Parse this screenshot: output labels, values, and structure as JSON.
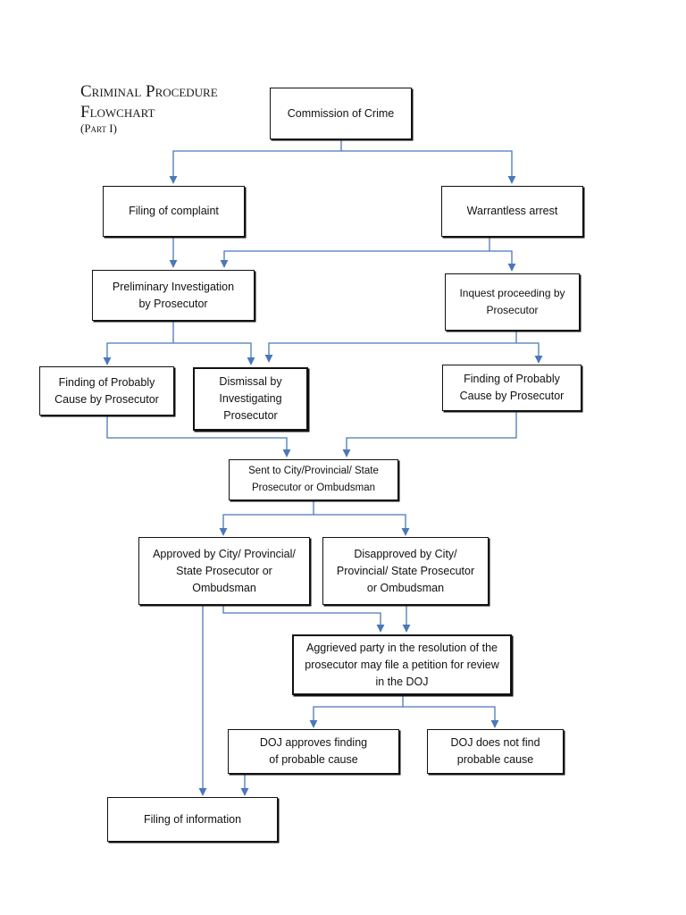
{
  "title": {
    "line1": "Criminal Procedure",
    "line2": "Flowchart",
    "line3": "(Part I)"
  },
  "nodes": {
    "commission": "Commission of Crime",
    "filing_complaint": "Filing of complaint",
    "warrantless_arrest": "Warrantless arrest",
    "preliminary_investigation": "Preliminary Investigation by Prosecutor",
    "inquest": "Inquest proceeding by Prosecutor",
    "finding_left": "Finding of Probably Cause by Prosecutor",
    "dismissal": "Dismissal by Investigating Prosecutor",
    "finding_right": "Finding of Probably Cause by Prosecutor",
    "sent_to": "Sent to City/Provincial/ State Prosecutor or Ombudsman",
    "approved": "Approved by City/ Provincial/ State Prosecutor or Ombudsman",
    "disapproved": "Disapproved by City/ Provincial/ State Prosecutor or Ombudsman",
    "aggrieved": "Aggrieved party in the resolution of the prosecutor may file a petition for review in the DOJ",
    "doj_approves": "DOJ approves finding of probable cause",
    "doj_not_find": "DOJ does not find probable cause",
    "filing_information": "Filing of information"
  },
  "colors": {
    "connector": "#4a78b8",
    "box_border": "#111111"
  }
}
